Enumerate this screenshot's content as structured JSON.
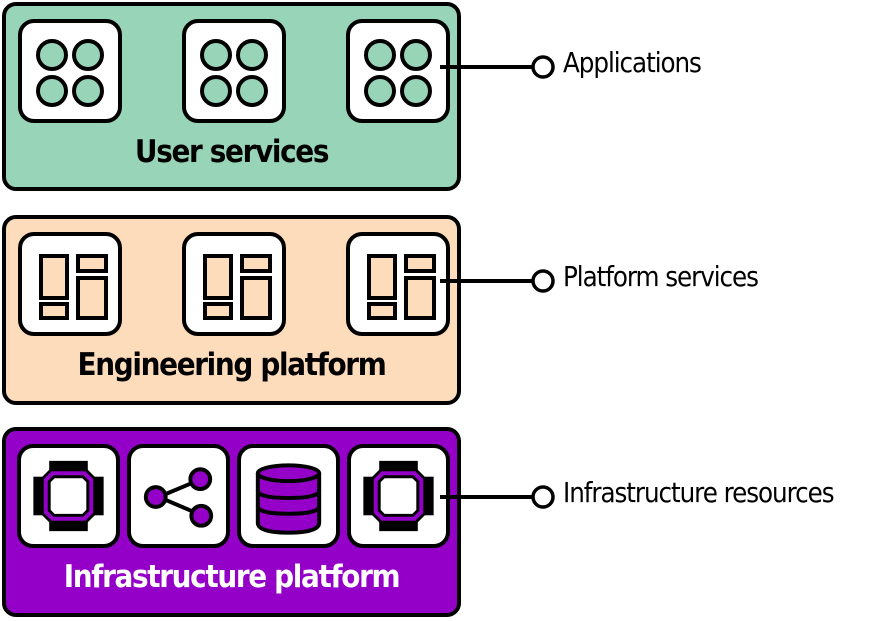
{
  "colors": {
    "user_services": "#98d4b8",
    "engineering_platform": "#fddcbb",
    "infrastructure_platform": "#9400c8",
    "stroke": "#000000",
    "tile": "#ffffff"
  },
  "layers": [
    {
      "id": "user-services",
      "title": "User services",
      "callout": "Applications",
      "tiles": [
        "app-grid-icon",
        "app-grid-icon",
        "app-grid-icon"
      ]
    },
    {
      "id": "engineering-platform",
      "title": "Engineering platform",
      "callout": "Platform services",
      "tiles": [
        "dashboard-layout-icon",
        "dashboard-layout-icon",
        "dashboard-layout-icon"
      ]
    },
    {
      "id": "infrastructure-platform",
      "title": "Infrastructure platform",
      "callout": "Infrastructure resources",
      "tiles": [
        "cpu-chip-icon",
        "network-share-icon",
        "database-icon",
        "cpu-chip-icon"
      ]
    }
  ]
}
